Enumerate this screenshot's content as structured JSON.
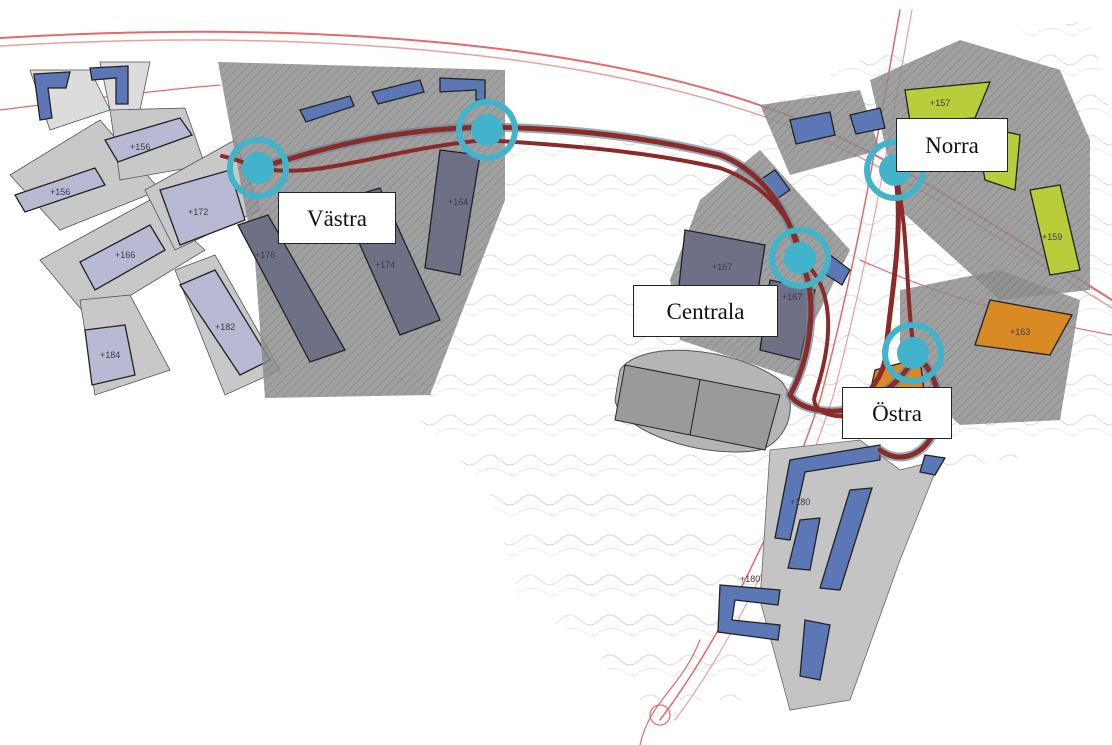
{
  "stations": [
    {
      "id": "vastra",
      "label": "Västra"
    },
    {
      "id": "centrala",
      "label": "Centrala"
    },
    {
      "id": "norra",
      "label": "Norra"
    },
    {
      "id": "ostra",
      "label": "Östra"
    }
  ],
  "building_labels": [
    "+156",
    "+156",
    "+172",
    "+166",
    "+184",
    "+182",
    "+176",
    "+174",
    "+164",
    "+167",
    "+167",
    "+157",
    "+159",
    "+163",
    "+180",
    "+180"
  ],
  "colors": {
    "route": "#8b2a2a",
    "route_shadow": "#6f8796",
    "station_ring": "#41b4cc",
    "station_core": "#41b4cc",
    "zone_gray": "#8a8a8a",
    "building_lavender": "#b9b9d4",
    "building_blue": "#5b77b5",
    "building_green": "#b9cc3a",
    "building_orange": "#d98a24",
    "lot_gray": "#c8c8c8",
    "road": "#e36a6a"
  },
  "icons": [
    "station-marker-icon"
  ]
}
